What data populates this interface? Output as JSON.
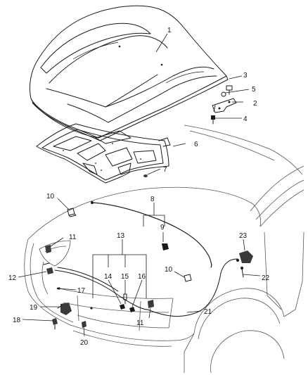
{
  "callouts": [
    {
      "id": "c1",
      "label": "1"
    },
    {
      "id": "c2",
      "label": "2"
    },
    {
      "id": "c3",
      "label": "3"
    },
    {
      "id": "c4",
      "label": "4"
    },
    {
      "id": "c5",
      "label": "5"
    },
    {
      "id": "c6",
      "label": "6"
    },
    {
      "id": "c7",
      "label": "7"
    },
    {
      "id": "c8",
      "label": "8"
    },
    {
      "id": "c9",
      "label": "9"
    },
    {
      "id": "c10a",
      "label": "10"
    },
    {
      "id": "c10b",
      "label": "10"
    },
    {
      "id": "c11a",
      "label": "11"
    },
    {
      "id": "c11b",
      "label": "11"
    },
    {
      "id": "c12",
      "label": "12"
    },
    {
      "id": "c13",
      "label": "13"
    },
    {
      "id": "c14",
      "label": "14"
    },
    {
      "id": "c15",
      "label": "15"
    },
    {
      "id": "c16",
      "label": "16"
    },
    {
      "id": "c17",
      "label": "17"
    },
    {
      "id": "c18",
      "label": "18"
    },
    {
      "id": "c19",
      "label": "19"
    },
    {
      "id": "c20",
      "label": "20"
    },
    {
      "id": "c21",
      "label": "21"
    },
    {
      "id": "c22",
      "label": "22"
    },
    {
      "id": "c23",
      "label": "23"
    }
  ]
}
